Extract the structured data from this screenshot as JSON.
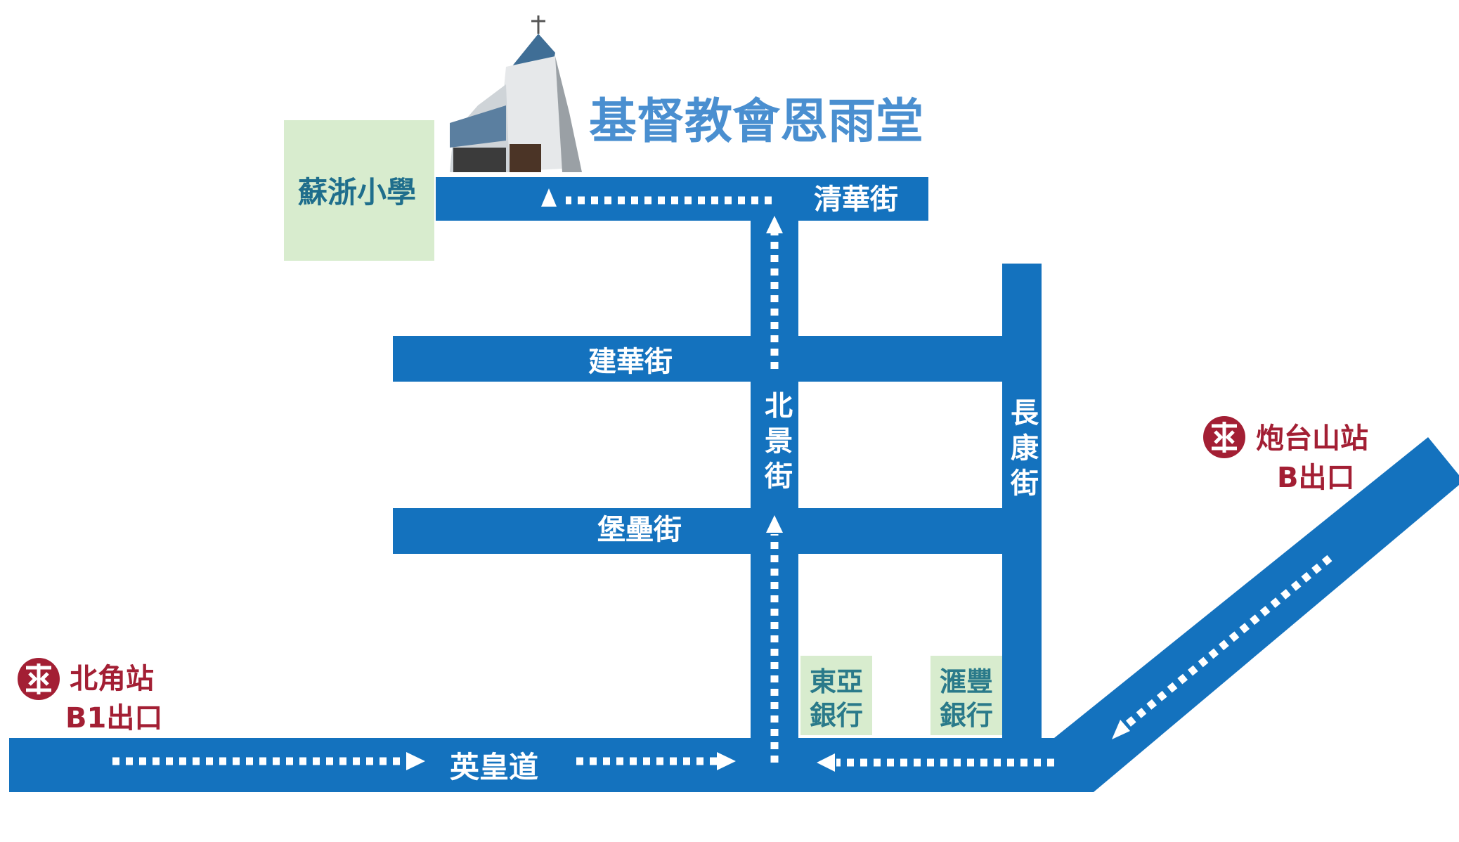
{
  "title": "基督教會恩雨堂",
  "landmarks": {
    "school": "蘇浙小學",
    "bank_bea": [
      "東亞",
      "銀行"
    ],
    "bank_hsbc": [
      "滙豐",
      "銀行"
    ]
  },
  "streets": {
    "ching_wah": "清華街",
    "kin_wah": "建華街",
    "fortress": "堡壘街",
    "pak_king": "北景街",
    "cheung_hong": "長康街",
    "kings_road": "英皇道"
  },
  "stations": {
    "north_point": {
      "name": "北角站",
      "exit": "B1出口"
    },
    "fortress_hill": {
      "name": "炮台山站",
      "exit": "B出口"
    }
  },
  "colors": {
    "road": "#1472be",
    "title": "#4a8fd0",
    "mtr": "#a31f34",
    "poi": "#d8ecce"
  }
}
